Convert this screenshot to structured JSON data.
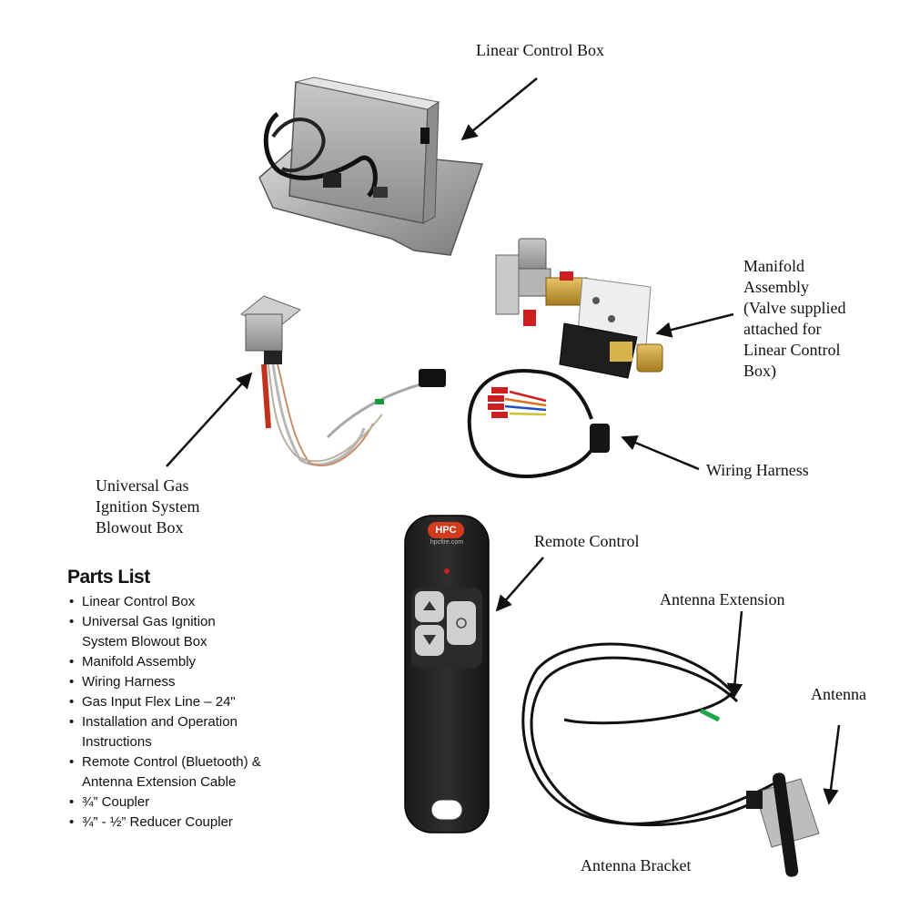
{
  "callouts": {
    "linear_control_box": "Linear Control Box",
    "manifold_assembly": [
      "Manifold",
      "Assembly",
      "(Valve supplied",
      "attached for",
      "Linear Control",
      "Box)"
    ],
    "blowout_box": [
      "Universal Gas",
      "Ignition System",
      "Blowout Box"
    ],
    "wiring_harness": "Wiring Harness",
    "remote_control": "Remote Control",
    "antenna_extension": "Antenna Extension",
    "antenna": "Antenna",
    "antenna_bracket": "Antenna Bracket"
  },
  "remote": {
    "logo": "HPC",
    "website": "hpcfire.com"
  },
  "parts_list": {
    "title": "Parts List",
    "items": [
      [
        "Linear Control Box"
      ],
      [
        "Universal Gas Ignition",
        "System Blowout Box"
      ],
      [
        "Manifold Assembly"
      ],
      [
        "Wiring Harness"
      ],
      [
        "Gas Input Flex Line – 24\""
      ],
      [
        "Installation and Operation",
        "Instructions"
      ],
      [
        "Remote Control (Bluetooth) &",
        "Antenna Extension Cable"
      ],
      [
        "¾” Coupler"
      ],
      [
        "¾” - ½” Reducer Coupler"
      ]
    ]
  }
}
